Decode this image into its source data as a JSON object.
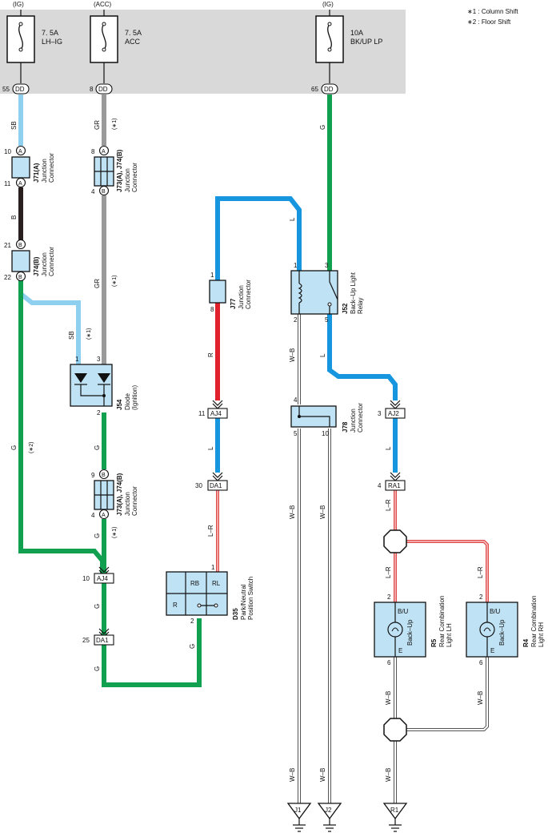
{
  "legend": {
    "column_shift": "∗1 : Column Shift",
    "floor_shift": "∗2 : Floor Shift"
  },
  "fuses": [
    {
      "supply": "(IG)",
      "rating": "7. 5A",
      "name": "LH–IG",
      "pin": "55",
      "connector": "DD"
    },
    {
      "supply": "(ACC)",
      "rating": "7. 5A",
      "name": "ACC",
      "pin": "8",
      "connector": "DD"
    },
    {
      "supply": "(IG)",
      "rating": "10A",
      "name": "BK/UP LP",
      "pin": "65",
      "connector": "DD"
    }
  ],
  "colors": {
    "SB": "#8fd0f0",
    "B": "#2a1f1f",
    "GR": "#9a9a9a",
    "G": "#10a050",
    "L": "#1796e0",
    "R": "#e0202a",
    "WB_fill": "#ffffff",
    "WB_edge": "#555555",
    "LR_red": "#e04a4a",
    "panel": "#d9d9d9",
    "component": "#bfe2f4"
  },
  "wire_labels": {
    "sb": "SB",
    "b": "B",
    "gr": "GR",
    "g": "G",
    "l": "L",
    "r": "R",
    "wb": "W–B",
    "lr": "L–R",
    "star1": "(∗1)",
    "star2": "(∗2)"
  },
  "components": {
    "j71": {
      "code": "J71(A)",
      "name1": "Junction",
      "name2": "Connector",
      "pin_top": "10",
      "pin_bottom": "11",
      "letter": "A"
    },
    "j74b_left": {
      "code": "J74(B)",
      "name1": "Junction",
      "name2": "Connector",
      "pin_top": "21",
      "pin_bottom": "22",
      "letter": "B"
    },
    "j73_top": {
      "code": "J73(A), J74(B)",
      "name1": "Junction",
      "name2": "Connector",
      "pin_top": "8",
      "pin_bottom": "4",
      "letter_top": "A",
      "letter_bottom": "B"
    },
    "j54": {
      "code": "J54",
      "name1": "Diode",
      "name2": "(Ignition)",
      "pin1": "1",
      "pin3": "3",
      "pin2": "2"
    },
    "j73_bottom": {
      "code": "J73(A), J74(B)",
      "name1": "Junction",
      "name2": "Connector",
      "pin_top": "9",
      "pin_bottom": "4",
      "letter_top": "B",
      "letter_bottom": "A"
    },
    "j77": {
      "code": "J77",
      "name1": "Junction",
      "name2": "Connector",
      "pin_top": "1",
      "pin_bottom": "8"
    },
    "j52": {
      "code": "J52",
      "name1": "Back–Up Light",
      "name2": "Relay",
      "pin1": "1",
      "pin3": "3",
      "pin2": "2",
      "pin5": "5"
    },
    "j78": {
      "code": "J78",
      "name1": "Junction",
      "name2": "Connector",
      "pin4": "4",
      "pin5": "5",
      "pin10": "10"
    },
    "d35": {
      "code": "D35",
      "name1": "Park/Neutral",
      "name2": "Position Switch",
      "rb": "RB",
      "rl": "RL",
      "r": "R",
      "pin1": "1",
      "pin2": "2"
    },
    "r5": {
      "code": "R5",
      "name1": "Rear Combination",
      "name2": "Light LH",
      "bu": "B/U",
      "backup": "Back–Up",
      "e": "E",
      "pin2": "2",
      "pin6": "6"
    },
    "r4": {
      "code": "R4",
      "name1": "Rear Combination",
      "name2": "Light RH",
      "bu": "B/U",
      "backup": "Back–Up",
      "e": "E",
      "pin2": "2",
      "pin6": "6"
    }
  },
  "connectors": {
    "aj4_right": {
      "label": "AJ4",
      "pin": "11"
    },
    "da1_right": {
      "label": "DA1",
      "pin": "30"
    },
    "aj4_left": {
      "label": "AJ4",
      "pin": "10"
    },
    "da1_left": {
      "label": "DA1",
      "pin": "25"
    },
    "aj2": {
      "label": "AJ2",
      "pin": "3"
    },
    "ra1": {
      "label": "RA1",
      "pin": "4"
    }
  },
  "grounds": [
    {
      "label": "J1"
    },
    {
      "label": "J2"
    },
    {
      "label": "R1"
    }
  ]
}
